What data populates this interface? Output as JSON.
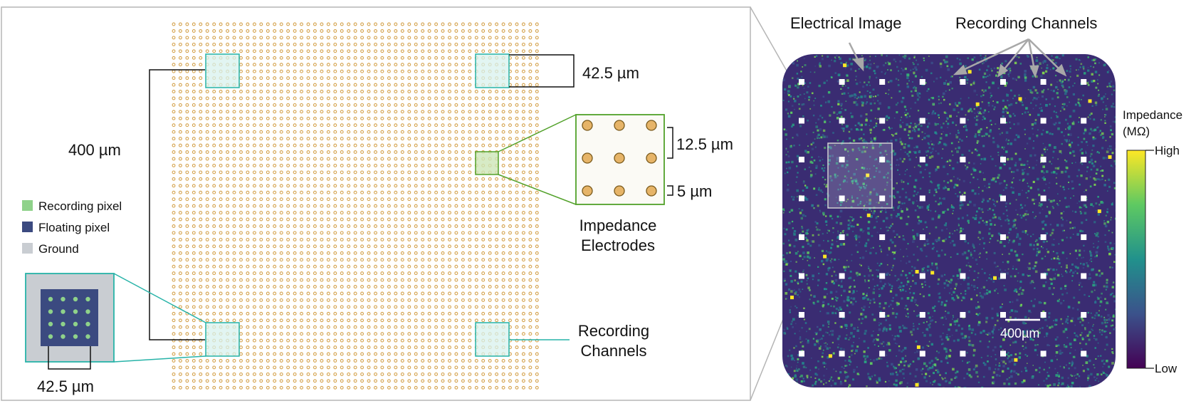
{
  "left_panel": {
    "labels": {
      "spacing_400": "400 µm",
      "pitch_top": "42.5 µm",
      "pitch_bottom": "42.5 µm",
      "electrode_spacing": "12.5 µm",
      "electrode_diameter": "5 µm",
      "impedance_electrodes_line1": "Impedance",
      "impedance_electrodes_line2": "Electrodes",
      "recording_channels_line1": "Recording",
      "recording_channels_line2": "Channels"
    },
    "legend": [
      {
        "label": "Recording pixel",
        "color": "#8fd28a"
      },
      {
        "label": "Floating pixel",
        "color": "#3b4a80"
      },
      {
        "label": "Ground",
        "color": "#c9cdd2"
      }
    ],
    "colors": {
      "dot": "#d4a24c",
      "channel_box": "#27b3a8",
      "electrode_zoom": "#52a12a",
      "electrode_fill": "#e6b468"
    }
  },
  "right_panel": {
    "annotations": {
      "electrical_image": "Electrical Image",
      "recording_channels": "Recording Channels",
      "scale_bar": "400µm"
    },
    "colorbar": {
      "title_line1": "Impedance",
      "title_line2": "(MΩ)",
      "high": "High",
      "low": "Low",
      "colormap": "viridis"
    }
  }
}
